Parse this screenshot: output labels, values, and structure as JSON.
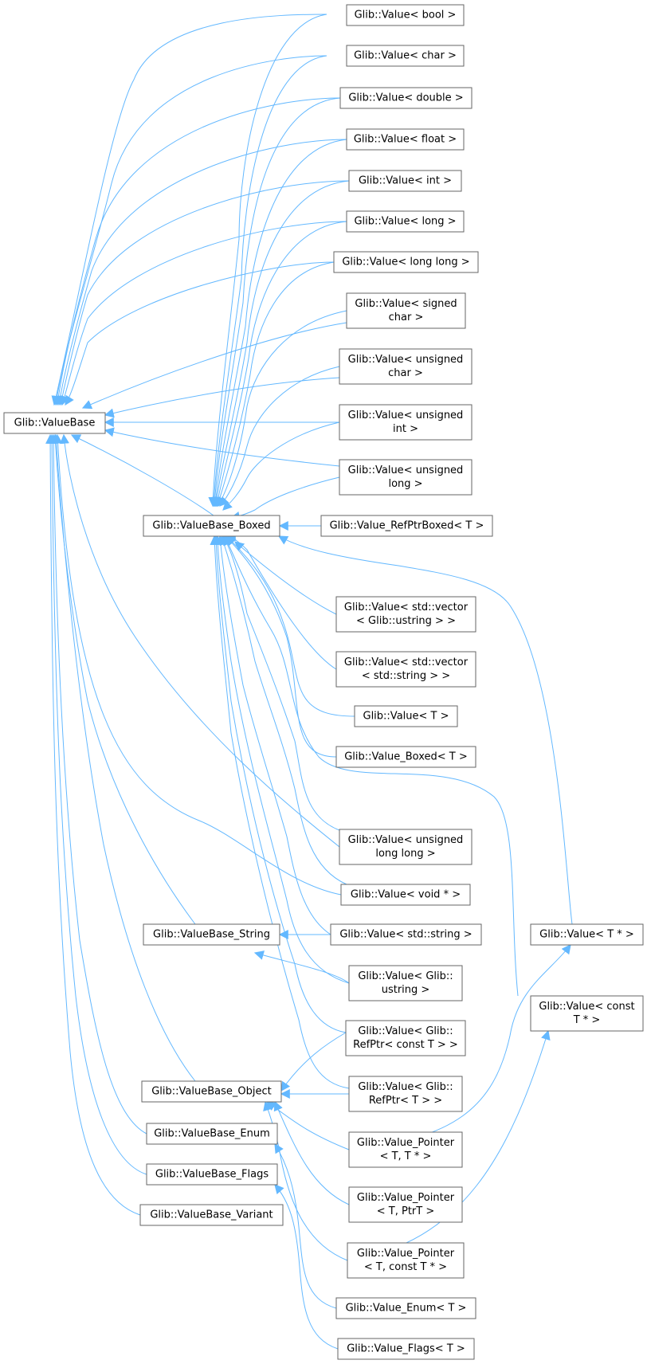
{
  "colors": {
    "edge": "#63b8ff",
    "node_border": "#666666",
    "background": "#ffffff"
  },
  "nodes": {
    "valuebase": [
      "Glib::ValueBase"
    ],
    "valuebase_boxed": [
      "Glib::ValueBase_Boxed"
    ],
    "valuebase_string": [
      "Glib::ValueBase_String"
    ],
    "valuebase_object": [
      "Glib::ValueBase_Object"
    ],
    "valuebase_enum": [
      "Glib::ValueBase_Enum"
    ],
    "valuebase_flags": [
      "Glib::ValueBase_Flags"
    ],
    "valuebase_variant": [
      "Glib::ValueBase_Variant"
    ],
    "value_bool": [
      "Glib::Value< bool >"
    ],
    "value_char": [
      "Glib::Value< char >"
    ],
    "value_double": [
      "Glib::Value< double >"
    ],
    "value_float": [
      "Glib::Value< float >"
    ],
    "value_int": [
      "Glib::Value< int >"
    ],
    "value_long": [
      "Glib::Value< long >"
    ],
    "value_long_long": [
      "Glib::Value< long long >"
    ],
    "value_signed_char": [
      "Glib::Value< signed",
      "char >"
    ],
    "value_unsigned_char": [
      "Glib::Value< unsigned",
      "char >"
    ],
    "value_unsigned_int": [
      "Glib::Value< unsigned",
      "int >"
    ],
    "value_unsigned_long": [
      "Glib::Value< unsigned",
      "long >"
    ],
    "value_refptrboxed": [
      "Glib::Value_RefPtrBoxed< T >"
    ],
    "value_vector_ustring": [
      "Glib::Value< std::vector",
      "< Glib::ustring > >"
    ],
    "value_vector_string": [
      "Glib::Value< std::vector",
      "< std::string > >"
    ],
    "value_t": [
      "Glib::Value< T >"
    ],
    "value_boxed_t": [
      "Glib::Value_Boxed< T >"
    ],
    "value_unsigned_long_long": [
      "Glib::Value< unsigned",
      "long long >"
    ],
    "value_void_ptr": [
      "Glib::Value< void * >"
    ],
    "value_std_string": [
      "Glib::Value< std::string >"
    ],
    "value_glib_ustring": [
      "Glib::Value< Glib::",
      "ustring >"
    ],
    "value_refptr_const_t": [
      "Glib::Value< Glib::",
      "RefPtr< const T > >"
    ],
    "value_refptr_t": [
      "Glib::Value< Glib::",
      "RefPtr< T > >"
    ],
    "value_pointer_t_tptr": [
      "Glib::Value_Pointer",
      "< T, T * >"
    ],
    "value_pointer_ptrt": [
      "Glib::Value_Pointer",
      "< T, PtrT >"
    ],
    "value_pointer_const_tptr": [
      "Glib::Value_Pointer",
      "< T, const T * >"
    ],
    "value_enum_t": [
      "Glib::Value_Enum< T >"
    ],
    "value_flags_t": [
      "Glib::Value_Flags< T >"
    ],
    "value_tptr": [
      "Glib::Value< T * >"
    ],
    "value_const_tptr": [
      "Glib::Value< const",
      "T * >"
    ]
  }
}
